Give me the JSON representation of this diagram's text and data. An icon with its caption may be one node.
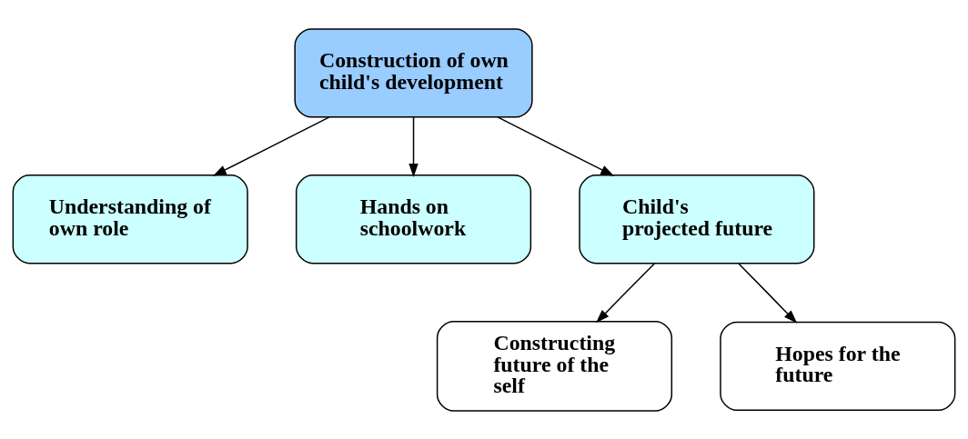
{
  "diagram": {
    "nodes": [
      {
        "text": [
          "Construction of own child's development"
        ]
      },
      {
        "text": [
          "Understanding of own role"
        ]
      },
      {
        "text": [
          "Hands on schoolwork"
        ]
      },
      {
        "text": [
          "Child's projected future"
        ]
      },
      {
        "text": [
          "Constructing future of the self"
        ]
      },
      {
        "text": [
          "Hopes for the future"
        ]
      }
    ],
    "edges": [
      {
        "from": 0,
        "to": 1,
        "arrow": "to"
      },
      {
        "from": 0,
        "to": 2,
        "arrow": "to"
      },
      {
        "from": 0,
        "to": 3,
        "arrow": "to"
      },
      {
        "from": 3,
        "to": 4,
        "arrow": "to"
      },
      {
        "from": 3,
        "to": 5,
        "arrow": "to"
      }
    ]
  }
}
